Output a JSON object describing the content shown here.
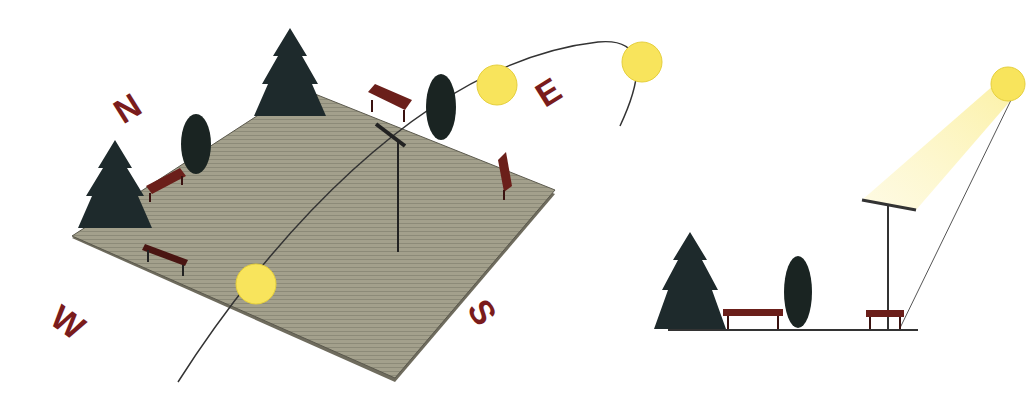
{
  "diagram": {
    "labels": [
      "N",
      "E",
      "W",
      "S"
    ]
  }
}
